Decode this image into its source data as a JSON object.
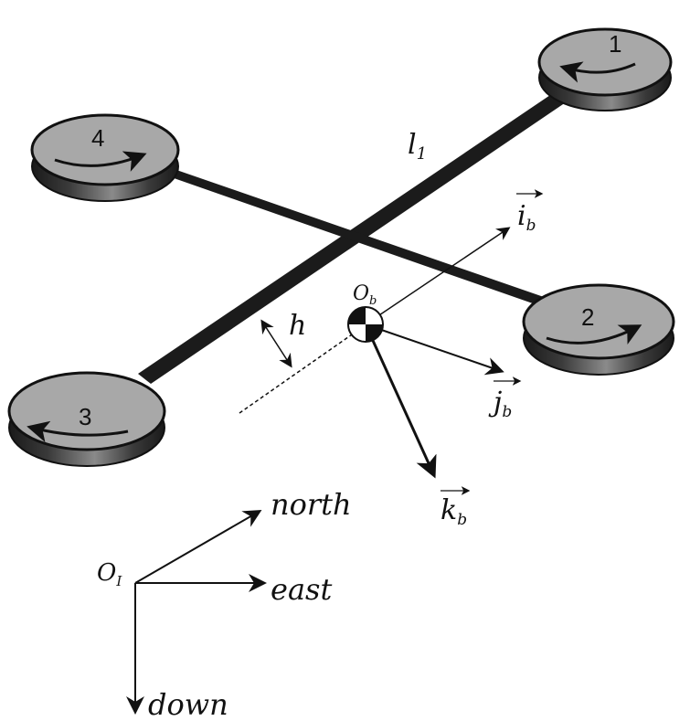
{
  "rotors": [
    {
      "label": "1"
    },
    {
      "label": "2"
    },
    {
      "label": "3"
    },
    {
      "label": "4"
    }
  ],
  "arm_length_label": "l",
  "arm_length_sub": "1",
  "height_label": "h",
  "body_frame": {
    "origin": "O",
    "origin_sub": "b",
    "axes": [
      {
        "name": "i",
        "sub": "b"
      },
      {
        "name": "j",
        "sub": "b"
      },
      {
        "name": "k",
        "sub": "b"
      }
    ]
  },
  "inertial_frame": {
    "origin": "O",
    "origin_sub": "I",
    "north": "north",
    "east": "east",
    "down": "down"
  },
  "colors": {
    "rotor_fill": "#a8a8a8",
    "arm": "#1b1b1b",
    "stroke": "#111111"
  }
}
